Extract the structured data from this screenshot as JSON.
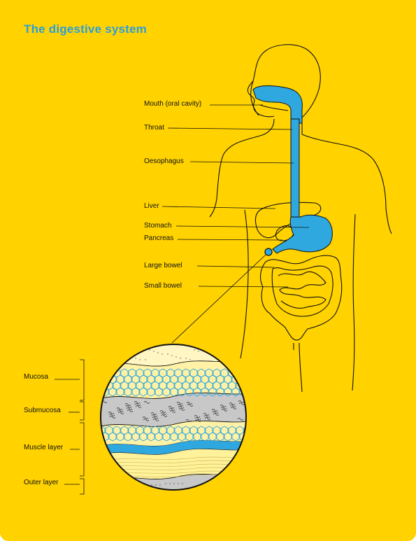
{
  "title": "The digestive system",
  "colors": {
    "background": "#FFD200",
    "title": "#2A9FD8",
    "tract": "#2FA8E0",
    "mucosa": "#FBE99A",
    "submucosa": "#C8C8C8",
    "muscle": "#FFF29A"
  },
  "body_labels": {
    "mouth": "Mouth (oral cavity)",
    "throat": "Throat",
    "oesophagus": "Oesophagus",
    "liver": "Liver",
    "stomach": "Stomach",
    "pancreas": "Pancreas",
    "large_bowel": "Large bowel",
    "small_bowel": "Small bowel"
  },
  "layer_labels": {
    "mucosa": "Mucosa",
    "submucosa": "Submucosa",
    "muscle": "Muscle layer",
    "outer": "Outer layer"
  }
}
